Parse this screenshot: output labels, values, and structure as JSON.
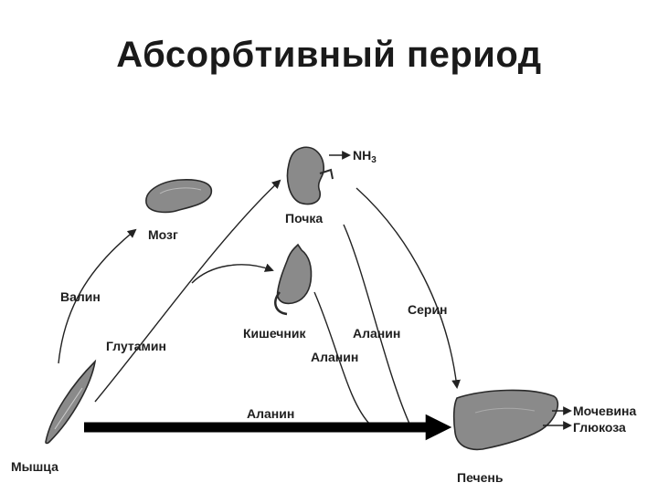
{
  "title": "Абсорбтивный период",
  "organs": {
    "brain": "Мозг",
    "kidney": "Почка",
    "intestine": "Кишечник",
    "muscle": "Мышца",
    "liver": "Печень"
  },
  "flows": {
    "valine": "Валин",
    "glutamine": "Глутамин",
    "alanine_intestine_left": "Аланин",
    "alanine_intestine_below": "Аланин",
    "alanine_muscle": "Аланин",
    "serine": "Серин"
  },
  "products": {
    "nh3_prefix": "NH",
    "nh3_subscript": "3",
    "urea": "Мочевина",
    "glucose": "Глюкоза"
  }
}
